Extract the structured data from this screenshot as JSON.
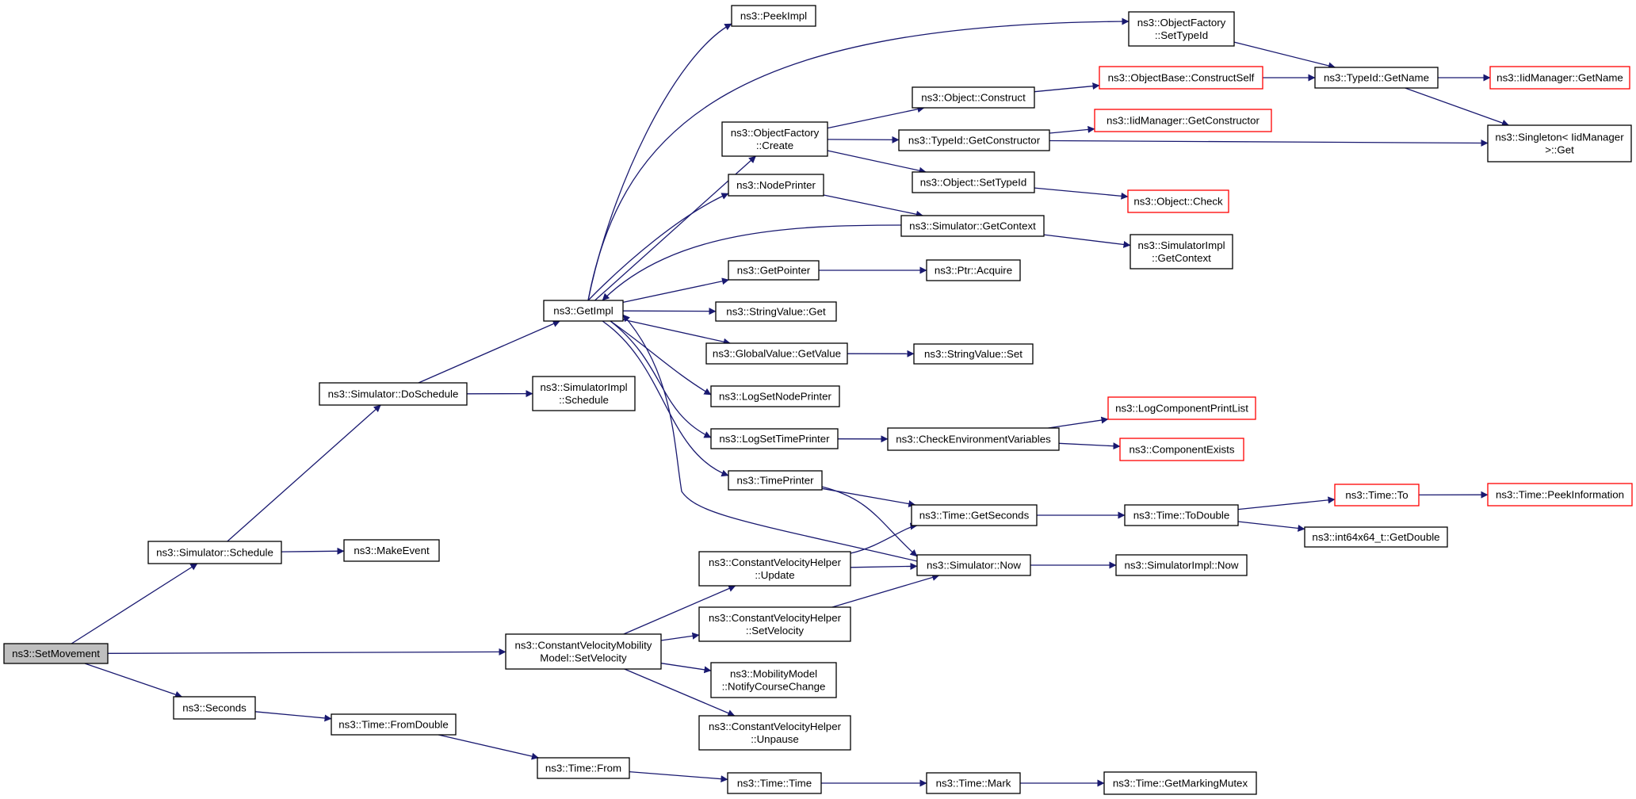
{
  "diagram": {
    "type": "call-graph",
    "colors": {
      "edge": "#191970",
      "node_border": "#000000",
      "truncated_node_border": "#ff0000",
      "root_fill": "#bfbfbf",
      "node_fill": "#ffffff"
    },
    "nodes": [
      {
        "id": "setmovement",
        "lines": [
          "ns3::SetMovement"
        ],
        "root": true
      },
      {
        "id": "sim_schedule",
        "lines": [
          "ns3::Simulator::Schedule"
        ]
      },
      {
        "id": "makeevent",
        "lines": [
          "ns3::MakeEvent"
        ]
      },
      {
        "id": "sim_doschedule",
        "lines": [
          "ns3::Simulator::DoSchedule"
        ]
      },
      {
        "id": "simimpl_schedule",
        "lines": [
          "ns3::SimulatorImpl",
          "::Schedule"
        ]
      },
      {
        "id": "getimpl",
        "lines": [
          "ns3::GetImpl"
        ]
      },
      {
        "id": "peekimpl",
        "lines": [
          "ns3::PeekImpl"
        ]
      },
      {
        "id": "of_create",
        "lines": [
          "ns3::ObjectFactory",
          "::Create"
        ]
      },
      {
        "id": "of_settypeid",
        "lines": [
          "ns3::ObjectFactory",
          "::SetTypeId"
        ]
      },
      {
        "id": "obj_construct",
        "lines": [
          "ns3::Object::Construct"
        ]
      },
      {
        "id": "typeid_getconstructor",
        "lines": [
          "ns3::TypeId::GetConstructor"
        ]
      },
      {
        "id": "obj_settypeid",
        "lines": [
          "ns3::Object::SetTypeId"
        ]
      },
      {
        "id": "objbase_constructself",
        "lines": [
          "ns3::ObjectBase::ConstructSelf"
        ],
        "truncated": true
      },
      {
        "id": "iid_getconstructor",
        "lines": [
          "ns3::IidManager::GetConstructor"
        ],
        "truncated": true
      },
      {
        "id": "obj_check",
        "lines": [
          "ns3::Object::Check"
        ],
        "truncated": true
      },
      {
        "id": "typeid_getname",
        "lines": [
          "ns3::TypeId::GetName"
        ]
      },
      {
        "id": "iid_getname",
        "lines": [
          "ns3::IidManager::GetName"
        ],
        "truncated": true
      },
      {
        "id": "singleton_get",
        "lines": [
          "ns3::Singleton< IidManager",
          " >::Get"
        ]
      },
      {
        "id": "nodeprinter",
        "lines": [
          "ns3::NodePrinter"
        ]
      },
      {
        "id": "sim_getcontext",
        "lines": [
          "ns3::Simulator::GetContext"
        ]
      },
      {
        "id": "simimpl_getcontext",
        "lines": [
          "ns3::SimulatorImpl",
          "::GetContext"
        ]
      },
      {
        "id": "getpointer",
        "lines": [
          "ns3::GetPointer"
        ]
      },
      {
        "id": "ptr_acquire",
        "lines": [
          "ns3::Ptr::Acquire"
        ]
      },
      {
        "id": "stringvalue_get",
        "lines": [
          "ns3::StringValue::Get"
        ]
      },
      {
        "id": "globalvalue_getvalue",
        "lines": [
          "ns3::GlobalValue::GetValue"
        ]
      },
      {
        "id": "stringvalue_set",
        "lines": [
          "ns3::StringValue::Set"
        ]
      },
      {
        "id": "logsetnodeprinter",
        "lines": [
          "ns3::LogSetNodePrinter"
        ]
      },
      {
        "id": "logsettimeprinter",
        "lines": [
          "ns3::LogSetTimePrinter"
        ]
      },
      {
        "id": "checkenv",
        "lines": [
          "ns3::CheckEnvironmentVariables"
        ]
      },
      {
        "id": "logcomponentprintlist",
        "lines": [
          "ns3::LogComponentPrintList"
        ],
        "truncated": true
      },
      {
        "id": "componentexists",
        "lines": [
          "ns3::ComponentExists"
        ],
        "truncated": true
      },
      {
        "id": "timeprinter",
        "lines": [
          "ns3::TimePrinter"
        ]
      },
      {
        "id": "time_getseconds",
        "lines": [
          "ns3::Time::GetSeconds"
        ]
      },
      {
        "id": "time_todouble",
        "lines": [
          "ns3::Time::ToDouble"
        ]
      },
      {
        "id": "time_to",
        "lines": [
          "ns3::Time::To"
        ],
        "truncated": true
      },
      {
        "id": "time_peekinformation",
        "lines": [
          "ns3::Time::PeekInformation"
        ],
        "truncated": true
      },
      {
        "id": "int64x64_getdouble",
        "lines": [
          "ns3::int64x64_t::GetDouble"
        ]
      },
      {
        "id": "sim_now",
        "lines": [
          "ns3::Simulator::Now"
        ]
      },
      {
        "id": "simimpl_now",
        "lines": [
          "ns3::SimulatorImpl::Now"
        ]
      },
      {
        "id": "cvh_update",
        "lines": [
          "ns3::ConstantVelocityHelper",
          "::Update"
        ]
      },
      {
        "id": "cvh_setvelocity",
        "lines": [
          "ns3::ConstantVelocityHelper",
          "::SetVelocity"
        ]
      },
      {
        "id": "cvmm_setvelocity",
        "lines": [
          "ns3::ConstantVelocityMobility",
          "Model::SetVelocity"
        ]
      },
      {
        "id": "mm_notifycoursechange",
        "lines": [
          "ns3::MobilityModel",
          "::NotifyCourseChange"
        ]
      },
      {
        "id": "cvh_unpause",
        "lines": [
          "ns3::ConstantVelocityHelper",
          "::Unpause"
        ]
      },
      {
        "id": "seconds",
        "lines": [
          "ns3::Seconds"
        ]
      },
      {
        "id": "time_fromdouble",
        "lines": [
          "ns3::Time::FromDouble"
        ]
      },
      {
        "id": "time_from",
        "lines": [
          "ns3::Time::From"
        ]
      },
      {
        "id": "time_time",
        "lines": [
          "ns3::Time::Time"
        ]
      },
      {
        "id": "time_mark",
        "lines": [
          "ns3::Time::Mark"
        ]
      },
      {
        "id": "time_getmarkingmutex",
        "lines": [
          "ns3::Time::GetMarkingMutex"
        ]
      }
    ],
    "edges": [
      [
        "setmovement",
        "sim_schedule"
      ],
      [
        "setmovement",
        "cvmm_setvelocity"
      ],
      [
        "setmovement",
        "seconds"
      ],
      [
        "sim_schedule",
        "sim_doschedule"
      ],
      [
        "sim_schedule",
        "makeevent"
      ],
      [
        "sim_doschedule",
        "getimpl"
      ],
      [
        "sim_doschedule",
        "simimpl_schedule"
      ],
      [
        "getimpl",
        "peekimpl"
      ],
      [
        "getimpl",
        "of_settypeid"
      ],
      [
        "getimpl",
        "of_create"
      ],
      [
        "getimpl",
        "nodeprinter"
      ],
      [
        "getimpl",
        "getpointer"
      ],
      [
        "getimpl",
        "stringvalue_get"
      ],
      [
        "getimpl",
        "globalvalue_getvalue"
      ],
      [
        "getimpl",
        "logsetnodeprinter"
      ],
      [
        "getimpl",
        "logsettimeprinter"
      ],
      [
        "getimpl",
        "timeprinter"
      ],
      [
        "sim_getcontext",
        "getimpl"
      ],
      [
        "sim_now",
        "getimpl"
      ],
      [
        "of_create",
        "obj_construct"
      ],
      [
        "of_create",
        "typeid_getconstructor"
      ],
      [
        "of_create",
        "obj_settypeid"
      ],
      [
        "of_settypeid",
        "typeid_getname"
      ],
      [
        "obj_construct",
        "objbase_constructself"
      ],
      [
        "objbase_constructself",
        "typeid_getname"
      ],
      [
        "typeid_getconstructor",
        "iid_getconstructor"
      ],
      [
        "typeid_getconstructor",
        "singleton_get"
      ],
      [
        "obj_settypeid",
        "obj_check"
      ],
      [
        "typeid_getname",
        "iid_getname"
      ],
      [
        "typeid_getname",
        "singleton_get"
      ],
      [
        "nodeprinter",
        "sim_getcontext"
      ],
      [
        "sim_getcontext",
        "simimpl_getcontext"
      ],
      [
        "getpointer",
        "ptr_acquire"
      ],
      [
        "globalvalue_getvalue",
        "stringvalue_set"
      ],
      [
        "logsettimeprinter",
        "checkenv"
      ],
      [
        "checkenv",
        "logcomponentprintlist"
      ],
      [
        "checkenv",
        "componentexists"
      ],
      [
        "timeprinter",
        "time_getseconds"
      ],
      [
        "timeprinter",
        "sim_now"
      ],
      [
        "time_getseconds",
        "time_todouble"
      ],
      [
        "time_todouble",
        "time_to"
      ],
      [
        "time_todouble",
        "int64x64_getdouble"
      ],
      [
        "time_to",
        "time_peekinformation"
      ],
      [
        "sim_now",
        "simimpl_now"
      ],
      [
        "cvmm_setvelocity",
        "cvh_update"
      ],
      [
        "cvmm_setvelocity",
        "cvh_setvelocity"
      ],
      [
        "cvmm_setvelocity",
        "mm_notifycoursechange"
      ],
      [
        "cvmm_setvelocity",
        "cvh_unpause"
      ],
      [
        "cvh_update",
        "time_getseconds"
      ],
      [
        "cvh_update",
        "sim_now"
      ],
      [
        "cvh_setvelocity",
        "sim_now"
      ],
      [
        "seconds",
        "time_fromdouble"
      ],
      [
        "time_fromdouble",
        "time_from"
      ],
      [
        "time_from",
        "time_time"
      ],
      [
        "time_time",
        "time_mark"
      ],
      [
        "time_mark",
        "time_getmarkingmutex"
      ]
    ]
  }
}
